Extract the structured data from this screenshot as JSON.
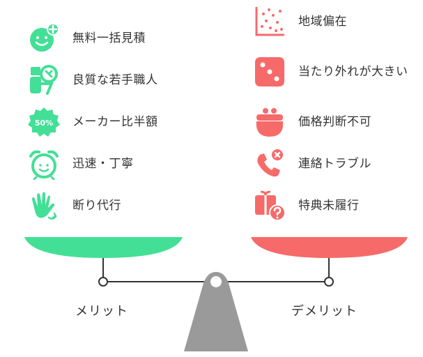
{
  "colors": {
    "merit": "#43df97",
    "demerit": "#f76a6a",
    "fulcrum": "#9a9a9a",
    "line": "#333333"
  },
  "merits": {
    "heading": "メリット",
    "items": [
      {
        "icon": "smiley-plus-icon",
        "label": "無料一括見積"
      },
      {
        "icon": "craftsman-icon",
        "label": "良質な若手職人"
      },
      {
        "icon": "fifty-percent-badge-icon",
        "badge": "50%",
        "label": "メーカー比半額"
      },
      {
        "icon": "alarm-clock-icon",
        "label": "迅速・丁寧"
      },
      {
        "icon": "waving-hand-icon",
        "label": "断り代行"
      }
    ]
  },
  "demerits": {
    "heading": "デメリット",
    "items": [
      {
        "icon": "scatter-plot-icon",
        "label": "地域偏在"
      },
      {
        "icon": "dice-icon",
        "label": "当たり外れが大きい"
      },
      {
        "icon": "coin-purse-icon",
        "label": "価格判断不可"
      },
      {
        "icon": "phone-cancel-icon",
        "label": "連絡トラブル"
      },
      {
        "icon": "gift-question-icon",
        "label": "特典未履行"
      }
    ]
  }
}
